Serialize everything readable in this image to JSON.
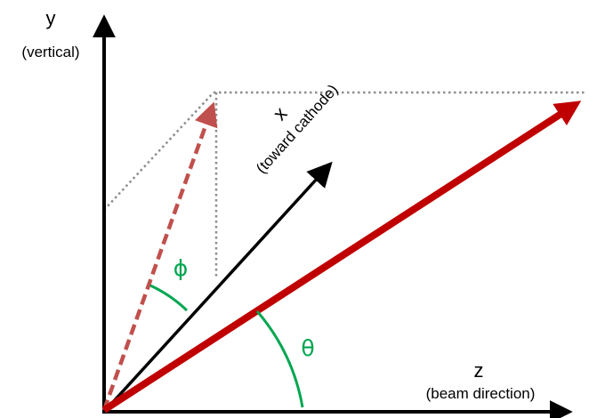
{
  "axes": {
    "y": {
      "name": "y",
      "subtitle": "(vertical)"
    },
    "x": {
      "name": "x",
      "subtitle": "(toward cathode)"
    },
    "z": {
      "name": "z",
      "subtitle": "(beam direction)"
    }
  },
  "angles": {
    "phi": "ϕ",
    "theta": "θ"
  },
  "colors": {
    "axis": "#000000",
    "vector": "#c00000",
    "projection": "#c0504d",
    "guide": "#8c8c8c",
    "angle": "#00a651"
  }
}
